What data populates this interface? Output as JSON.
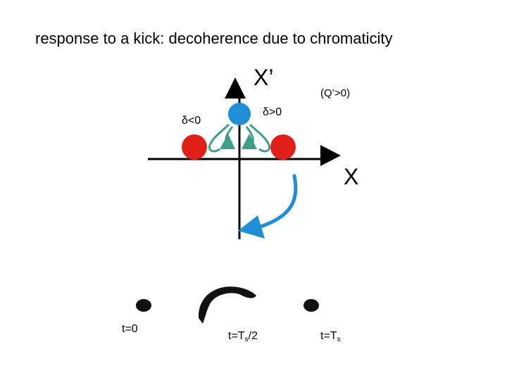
{
  "title": "response to a kick: decoherence due to chromaticity",
  "axes": {
    "x_label": "X",
    "y_label": "X’"
  },
  "annotations": {
    "tune_condition": "(Q’>0)",
    "delta_negative": "δ<0",
    "delta_positive": "δ>0"
  },
  "time_labels": {
    "start": "t=0",
    "half_main": "t=T",
    "half_sub": "s",
    "half_tail": "/2",
    "full_main": "t=T",
    "full_sub": "s"
  },
  "colors": {
    "axis": "#000000",
    "particle_center": "#1e8fd6",
    "particle_offmomentum": "#e02018",
    "motion_arrows": "#3f9e8c",
    "rotation_arrow": "#1e8fd6",
    "snapshot_marks": "#111111"
  }
}
